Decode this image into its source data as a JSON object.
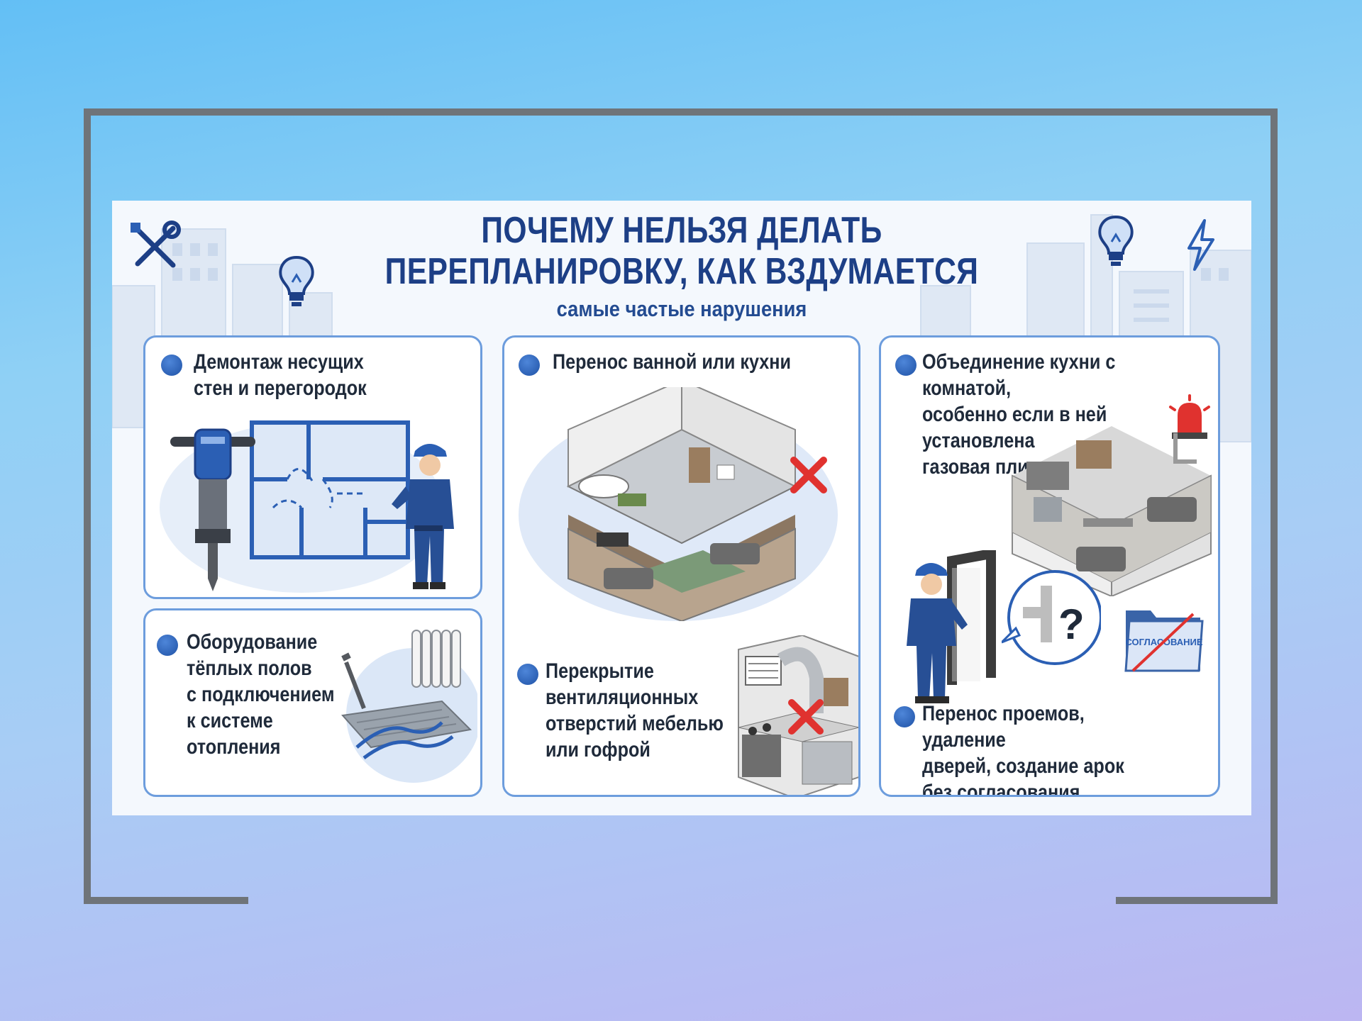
{
  "poster": {
    "title_line1": "ПОЧЕМУ НЕЛЬЗЯ ДЕЛАТЬ",
    "title_line2": "ПЕРЕПЛАНИРОВКУ, КАК ВЗДУМАЕТСЯ",
    "subtitle": "самые частые нарушения"
  },
  "cards": [
    {
      "id": "walls",
      "lines": [
        "Демонтаж несущих",
        "стен и перегородок"
      ]
    },
    {
      "id": "floors",
      "lines": [
        "Оборудование",
        "тёплых полов",
        "с подключением",
        "к системе",
        "отопления"
      ]
    },
    {
      "id": "bathroom",
      "lines": [
        "Перенос ванной или кухни"
      ]
    },
    {
      "id": "ventilation",
      "lines": [
        "Перекрытие",
        "вентиляционных",
        "отверстий мебелью",
        "или гофрой"
      ]
    },
    {
      "id": "kitchen",
      "lines": [
        "Объединение кухни с комнатой,",
        "особенно  если в ней",
        "установлена",
        "газовая плита"
      ]
    },
    {
      "id": "openings",
      "lines": [
        "Перенос проемов, удаление",
        "дверей, создание арок",
        "без согласования"
      ]
    }
  ],
  "folder_label": "СОГЛАСОВАНИЕ",
  "colors": {
    "brand_dark": "#1d3f86",
    "accent_blue": "#2b5fb4",
    "card_border": "#6d9ddd",
    "warning_red": "#e0322f"
  },
  "icons": [
    "tools-icon",
    "lightbulb-icon",
    "lightning-icon",
    "jackhammer-icon",
    "worker-icon",
    "floorplan-icon",
    "radiator-icon",
    "bathroom-room-icon",
    "living-room-icon",
    "cross-icon",
    "vent-kitchen-icon",
    "kitchen-room-icon",
    "door-frame-icon",
    "siren-icon",
    "question-icon",
    "folder-icon"
  ]
}
